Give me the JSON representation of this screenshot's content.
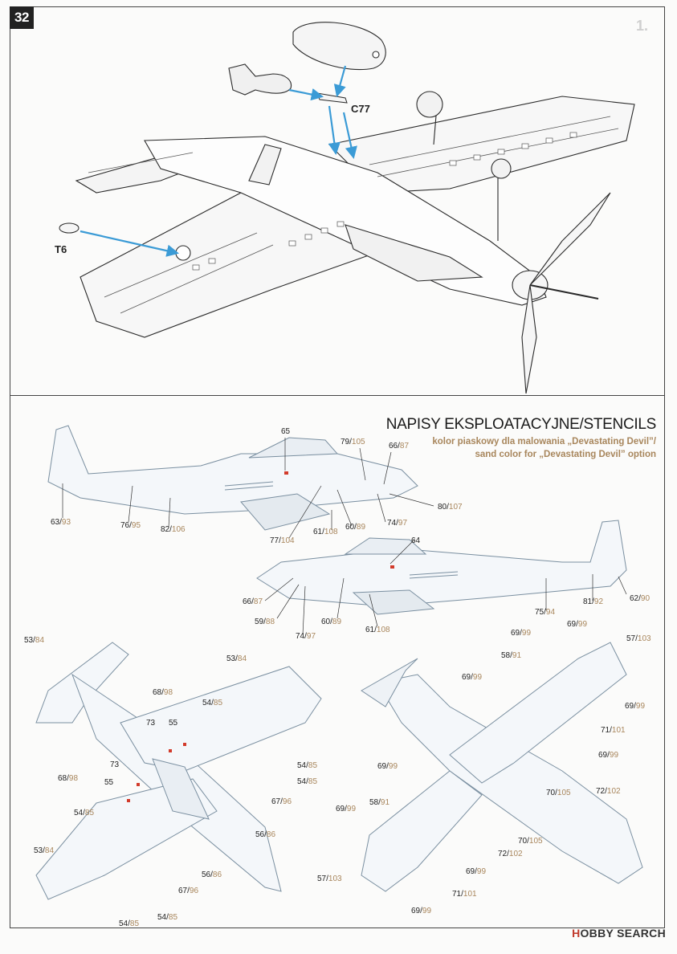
{
  "page": {
    "step_number": "32",
    "corner_mark": "1."
  },
  "callouts_top": {
    "c77": "C77",
    "t6": "T6"
  },
  "stencils": {
    "title": "NAPISY EKSPLOATACYJNE/STENCILS",
    "subtitle_line1": "kolor piaskowy dla malowania „Devastating Devil”/",
    "subtitle_line2": "sand color for „Devastating Devil” option"
  },
  "labels": [
    {
      "a": "65",
      "b": ""
    },
    {
      "a": "79/",
      "b": "105"
    },
    {
      "a": "66/",
      "b": "87"
    },
    {
      "a": "63/",
      "b": "93"
    },
    {
      "a": "76/",
      "b": "95"
    },
    {
      "a": "82/",
      "b": "106"
    },
    {
      "a": "77/",
      "b": "104"
    },
    {
      "a": "61/",
      "b": "108"
    },
    {
      "a": "60/",
      "b": "89"
    },
    {
      "a": "74/",
      "b": "97"
    },
    {
      "a": "80/",
      "b": "107"
    },
    {
      "a": "64",
      "b": ""
    },
    {
      "a": "66/",
      "b": "87"
    },
    {
      "a": "59/",
      "b": "88"
    },
    {
      "a": "74/",
      "b": "97"
    },
    {
      "a": "60/",
      "b": "89"
    },
    {
      "a": "61/",
      "b": "108"
    },
    {
      "a": "75/",
      "b": "94"
    },
    {
      "a": "81/",
      "b": "92"
    },
    {
      "a": "62/",
      "b": "90"
    },
    {
      "a": "53/",
      "b": "84"
    },
    {
      "a": "53/",
      "b": "84"
    },
    {
      "a": "68/",
      "b": "98"
    },
    {
      "a": "54/",
      "b": "85"
    },
    {
      "a": "73",
      "b": ""
    },
    {
      "a": "55",
      "b": ""
    },
    {
      "a": "54/",
      "b": "85"
    },
    {
      "a": "54/",
      "b": "85"
    },
    {
      "a": "73",
      "b": ""
    },
    {
      "a": "68/",
      "b": "98"
    },
    {
      "a": "55",
      "b": ""
    },
    {
      "a": "67/",
      "b": "96"
    },
    {
      "a": "54/",
      "b": "85"
    },
    {
      "a": "56/",
      "b": "86"
    },
    {
      "a": "53/",
      "b": "84"
    },
    {
      "a": "56/",
      "b": "86"
    },
    {
      "a": "67/",
      "b": "96"
    },
    {
      "a": "54/",
      "b": "85"
    },
    {
      "a": "54/",
      "b": "85"
    },
    {
      "a": "69/",
      "b": "99"
    },
    {
      "a": "57/",
      "b": "103"
    },
    {
      "a": "69/",
      "b": "99"
    },
    {
      "a": "58/",
      "b": "91"
    },
    {
      "a": "69/",
      "b": "99"
    },
    {
      "a": "69/",
      "b": "99"
    },
    {
      "a": "71/",
      "b": "101"
    },
    {
      "a": "69/",
      "b": "99"
    },
    {
      "a": "69/",
      "b": "99"
    },
    {
      "a": "70/",
      "b": "105"
    },
    {
      "a": "72/",
      "b": "102"
    },
    {
      "a": "58/",
      "b": "91"
    },
    {
      "a": "69/",
      "b": "99"
    },
    {
      "a": "70/",
      "b": "105"
    },
    {
      "a": "72/",
      "b": "102"
    },
    {
      "a": "69/",
      "b": "99"
    },
    {
      "a": "57/",
      "b": "103"
    },
    {
      "a": "71/",
      "b": "101"
    },
    {
      "a": "69/",
      "b": "99"
    }
  ],
  "brand": {
    "mark": "H",
    "text": "OBBY SEARCH"
  },
  "colors": {
    "accent_blue": "#3b9bd6",
    "sand": "#a8865c",
    "ink": "#222222",
    "decal_red": "#d23b2b"
  }
}
